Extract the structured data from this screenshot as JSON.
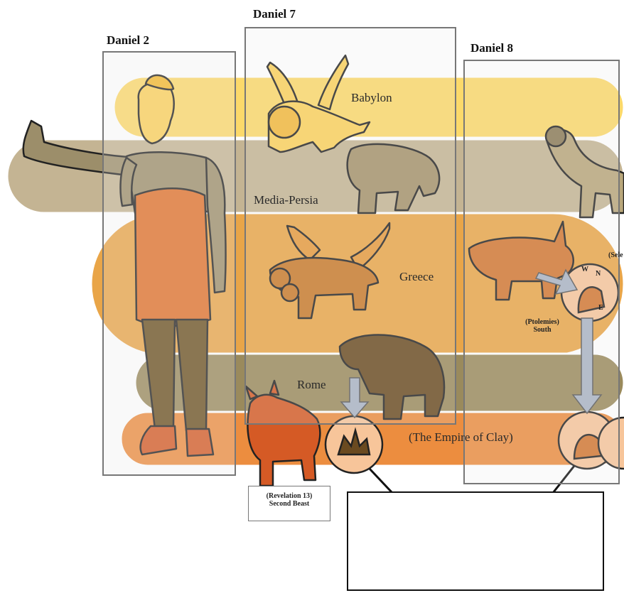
{
  "columns": {
    "daniel2": "Daniel 2",
    "daniel7": "Daniel 7",
    "daniel8": "Daniel 8"
  },
  "kingdoms": {
    "babylon": "Babylon",
    "media_persia": "Media-Persia",
    "greece": "Greece",
    "rome": "Rome",
    "clay": "(The Empire of Clay)"
  },
  "notes": {
    "ptolemies": "(Ptolemies)",
    "south": "South",
    "seleucids_partial": "(Sele",
    "compass_n": "N",
    "compass_w": "W",
    "compass_e": "E",
    "rev_line1": "(Revelation 13)",
    "rev_line2": "Second Beast"
  },
  "colors": {
    "gold": "#fcd96a",
    "silver": "#b7a98a",
    "bronze": "#e7a040",
    "iron": "#8a7a4d",
    "clay": "#e98a3c",
    "frame": "#777777"
  },
  "icons": [
    "statue-icon",
    "winged-lion-icon",
    "bear-icon",
    "leopard-icon",
    "dreadful-beast-icon",
    "ram-icon",
    "goat-icon",
    "lamb-beast-icon",
    "horn-icon",
    "arrow-down-icon"
  ]
}
